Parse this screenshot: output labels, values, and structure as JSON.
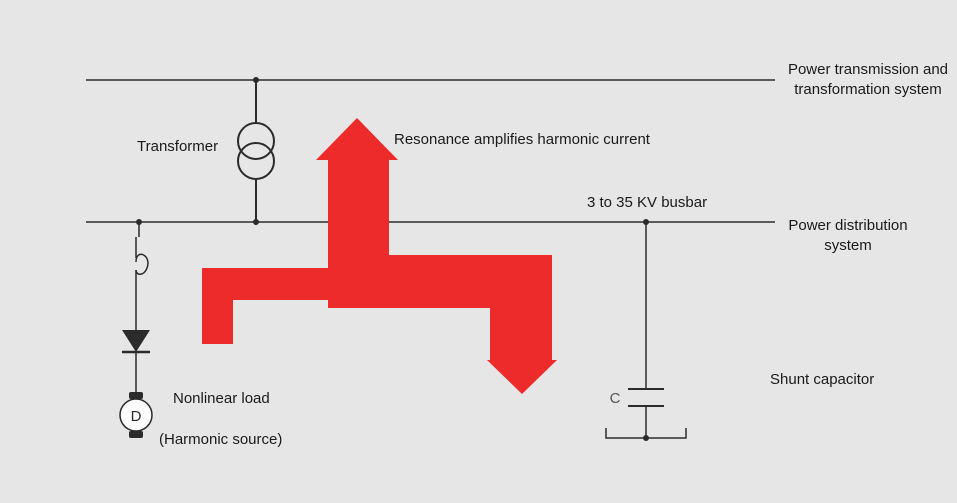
{
  "labels": {
    "transmission": [
      "Power transmission and",
      "transformation system"
    ],
    "distribution": [
      "Power distribution",
      "system"
    ],
    "transformer": "Transformer",
    "resonance": "Resonance amplifies harmonic current",
    "busbar": "3 to 35 KV busbar",
    "shunt_capacitor": "Shunt capacitor",
    "nonlinear_load": "Nonlinear load",
    "harmonic_source": "(Harmonic source)",
    "capacitor_symbol": "C",
    "motor_symbol": "D"
  },
  "colors": {
    "background": "#e6e6e6",
    "line": "#2b2b2b",
    "arrow": "#ee2b2b"
  }
}
